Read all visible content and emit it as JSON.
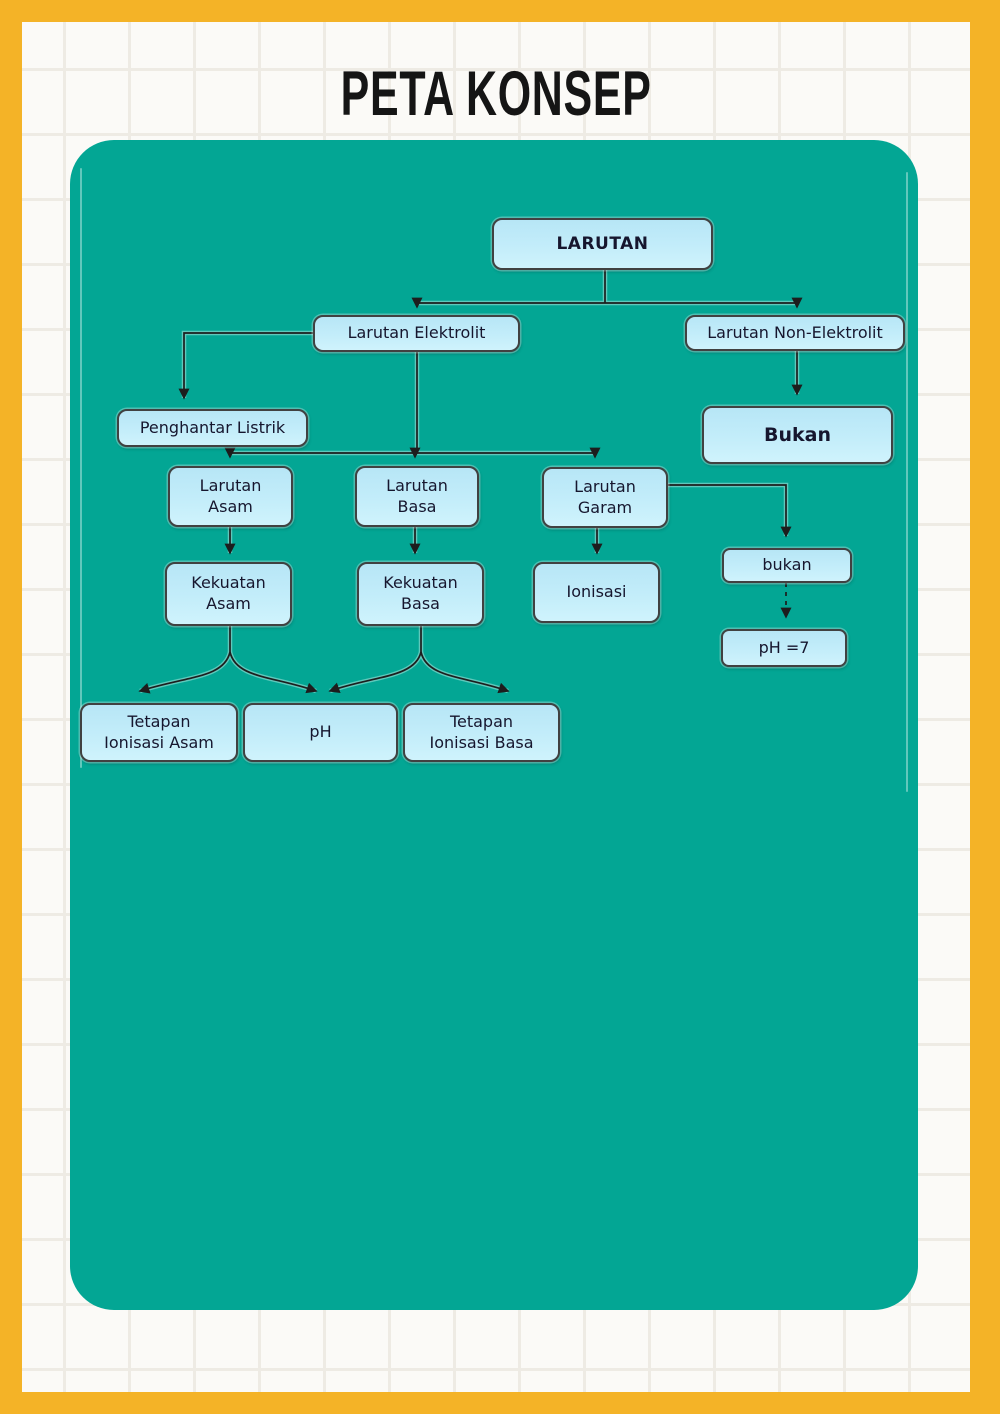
{
  "page": {
    "title": "PETA KONSEP"
  },
  "colors": {
    "frame_yellow": "#F4B327",
    "paper": "#FBFAF7",
    "grid_line": "#EEEBE4",
    "panel_teal": "#03A694",
    "node_fill": "#C3EDFA",
    "node_border": "#414141",
    "connector_line": "#1D1D1D",
    "title_text": "#151515"
  },
  "diagram": {
    "nodes": [
      {
        "id": "larutan",
        "label": "LARUTAN",
        "emphasis": "bold"
      },
      {
        "id": "larutan-elektrolit",
        "label": "Larutan Elektrolit",
        "emphasis": "normal"
      },
      {
        "id": "larutan-non-elektrolit",
        "label": "Larutan Non-Elektrolit",
        "emphasis": "normal"
      },
      {
        "id": "penghantar-listrik",
        "label": "Penghantar Listrik",
        "emphasis": "normal"
      },
      {
        "id": "bukan-non-elektrolit",
        "label": "Bukan",
        "emphasis": "bold"
      },
      {
        "id": "larutan-asam",
        "label": "Larutan\nAsam",
        "emphasis": "normal"
      },
      {
        "id": "larutan-basa",
        "label": "Larutan\nBasa",
        "emphasis": "normal"
      },
      {
        "id": "larutan-garam",
        "label": "Larutan\nGaram",
        "emphasis": "normal"
      },
      {
        "id": "kekuatan-asam",
        "label": "Kekuatan\nAsam",
        "emphasis": "normal"
      },
      {
        "id": "kekuatan-basa",
        "label": "Kekuatan\nBasa",
        "emphasis": "normal"
      },
      {
        "id": "ionisasi",
        "label": "Ionisasi",
        "emphasis": "normal"
      },
      {
        "id": "bukan-garam",
        "label": "bukan",
        "emphasis": "normal"
      },
      {
        "id": "ph-7",
        "label": "pH =7",
        "emphasis": "normal"
      },
      {
        "id": "tetapan-ionisasi-asam",
        "label": "Tetapan\nIonisasi Asam",
        "emphasis": "normal"
      },
      {
        "id": "ph",
        "label": "pH",
        "emphasis": "normal"
      },
      {
        "id": "tetapan-ionisasi-basa",
        "label": "Tetapan\nIonisasi Basa",
        "emphasis": "normal"
      }
    ],
    "edges": [
      {
        "from": "LARUTAN",
        "to": "Larutan Elektrolit",
        "style": "solid"
      },
      {
        "from": "LARUTAN",
        "to": "Larutan Non-Elektrolit",
        "style": "solid"
      },
      {
        "from": "Larutan Elektrolit",
        "to": "Penghantar Listrik",
        "style": "solid"
      },
      {
        "from": "Larutan Elektrolit",
        "to": "Larutan Asam",
        "style": "solid"
      },
      {
        "from": "Larutan Elektrolit",
        "to": "Larutan Basa",
        "style": "solid"
      },
      {
        "from": "Larutan Elektrolit",
        "to": "Larutan Garam",
        "style": "solid"
      },
      {
        "from": "Larutan Non-Elektrolit",
        "to": "Bukan",
        "style": "solid"
      },
      {
        "from": "Larutan Asam",
        "to": "Kekuatan Asam",
        "style": "solid"
      },
      {
        "from": "Larutan Basa",
        "to": "Kekuatan Basa",
        "style": "solid"
      },
      {
        "from": "Larutan Garam",
        "to": "Ionisasi",
        "style": "solid"
      },
      {
        "from": "Larutan Garam",
        "to": "bukan",
        "style": "solid"
      },
      {
        "from": "bukan",
        "to": "pH =7",
        "style": "dashed"
      },
      {
        "from": "Kekuatan Asam",
        "to": "Tetapan Ionisasi Asam",
        "style": "curved"
      },
      {
        "from": "Kekuatan Asam",
        "to": "pH",
        "style": "curved"
      },
      {
        "from": "Kekuatan Basa",
        "to": "pH",
        "style": "curved"
      },
      {
        "from": "Kekuatan Basa",
        "to": "Tetapan Ionisasi Basa",
        "style": "curved"
      }
    ]
  }
}
